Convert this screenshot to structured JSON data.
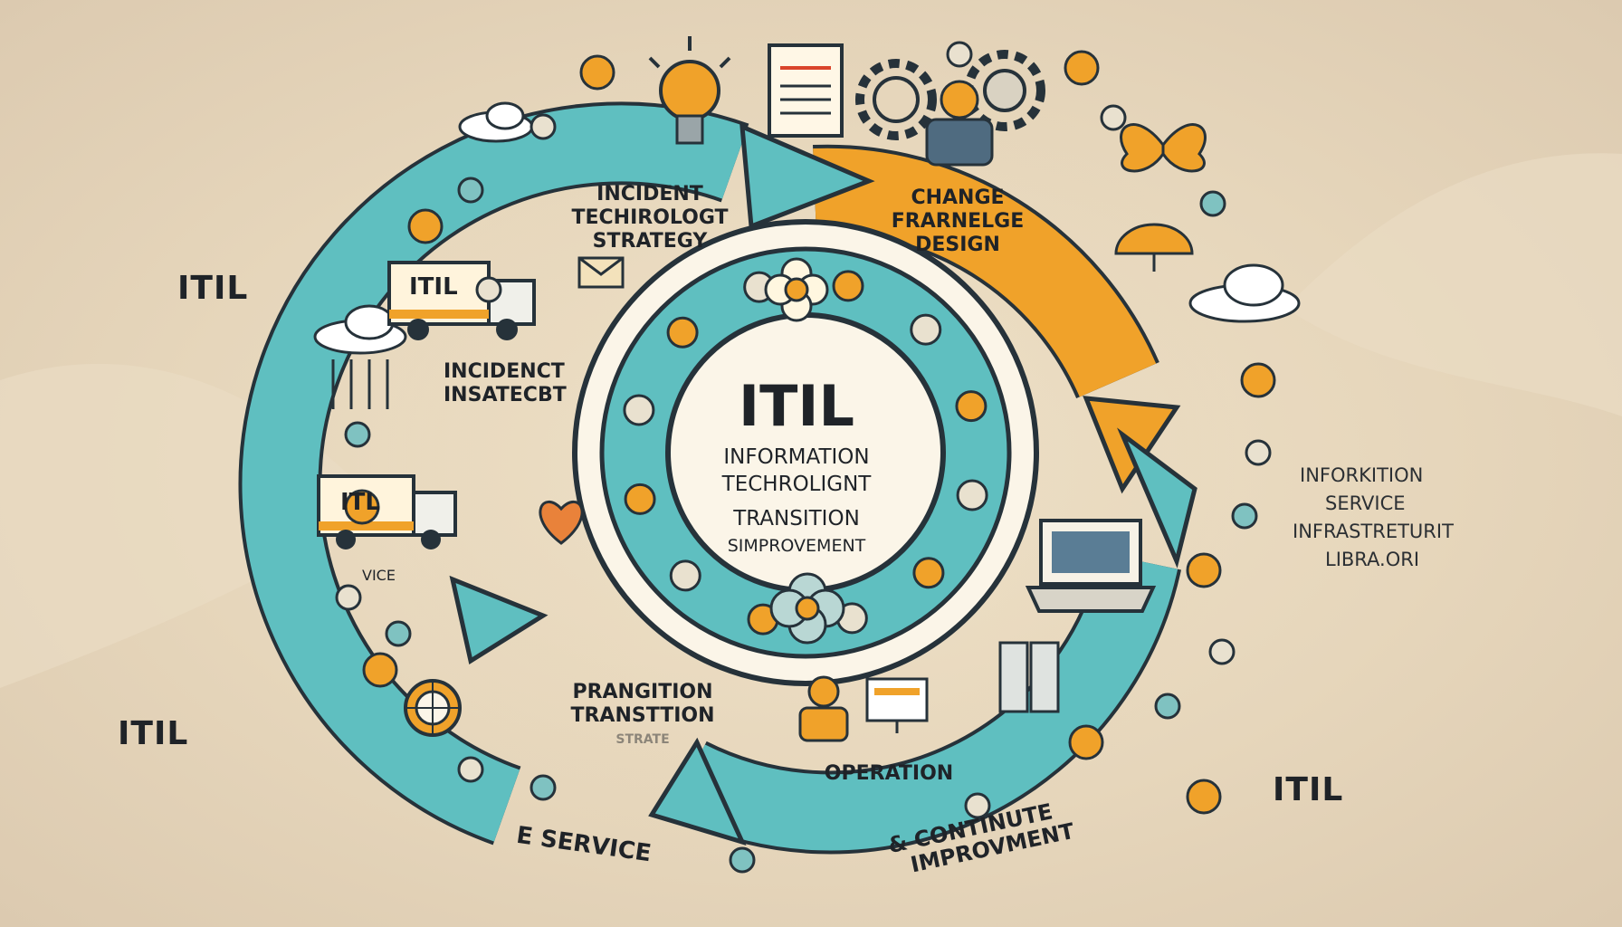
{
  "center": {
    "title": "ITIL",
    "line1": "INFORMATION",
    "line2": "TECHROLIGNT",
    "line3": "TRANSITION",
    "line4": "SIMPROVEMENT"
  },
  "stages": {
    "strategy": {
      "line1": "INCIDENT",
      "line2": "TECHIROLOGT",
      "line3": "STRATEGY"
    },
    "design": {
      "line1": "CHANGE",
      "line2": "FRARNELGE",
      "line3": "DESIGN"
    },
    "incident": {
      "line1": "INCIDENCT",
      "line2": "INSATECBT"
    },
    "transition": {
      "line1": "PRANGITION",
      "line2": "TRANSTTION",
      "line3": "STRATE"
    },
    "operation": {
      "label": "OPERATION"
    }
  },
  "side_labels": {
    "left_top": "ITIL",
    "left_bottom": "ITIL",
    "right_bottom": "ITIL",
    "vice": "VICE",
    "service": "E SERVICE",
    "continual1": "& CONTINUTE",
    "continual2": "IMPROVMENT"
  },
  "right_note": {
    "line1": "INFORKITION",
    "line2": "SERVICE",
    "line3": "INFRASTRETURIT",
    "line4": "LIBRA.ORI"
  },
  "trucks": {
    "top": "ITIL",
    "bottom": "ITL"
  },
  "colors": {
    "teal": "#5fbfc0",
    "teal_dark": "#2f6f78",
    "orange": "#f0a22a",
    "outline": "#26323a",
    "inner_fill": "#fbf5e8"
  },
  "icons": [
    "lightbulb-icon",
    "document-icon",
    "gear-icon",
    "person-icon",
    "butterfly-icon",
    "cloud-icon",
    "truck-icon",
    "flower-icon",
    "laptop-icon",
    "umbrella-icon",
    "envelope-icon",
    "target-icon",
    "server-icon",
    "heart-icon",
    "headset-person-icon",
    "monitor-icon"
  ]
}
